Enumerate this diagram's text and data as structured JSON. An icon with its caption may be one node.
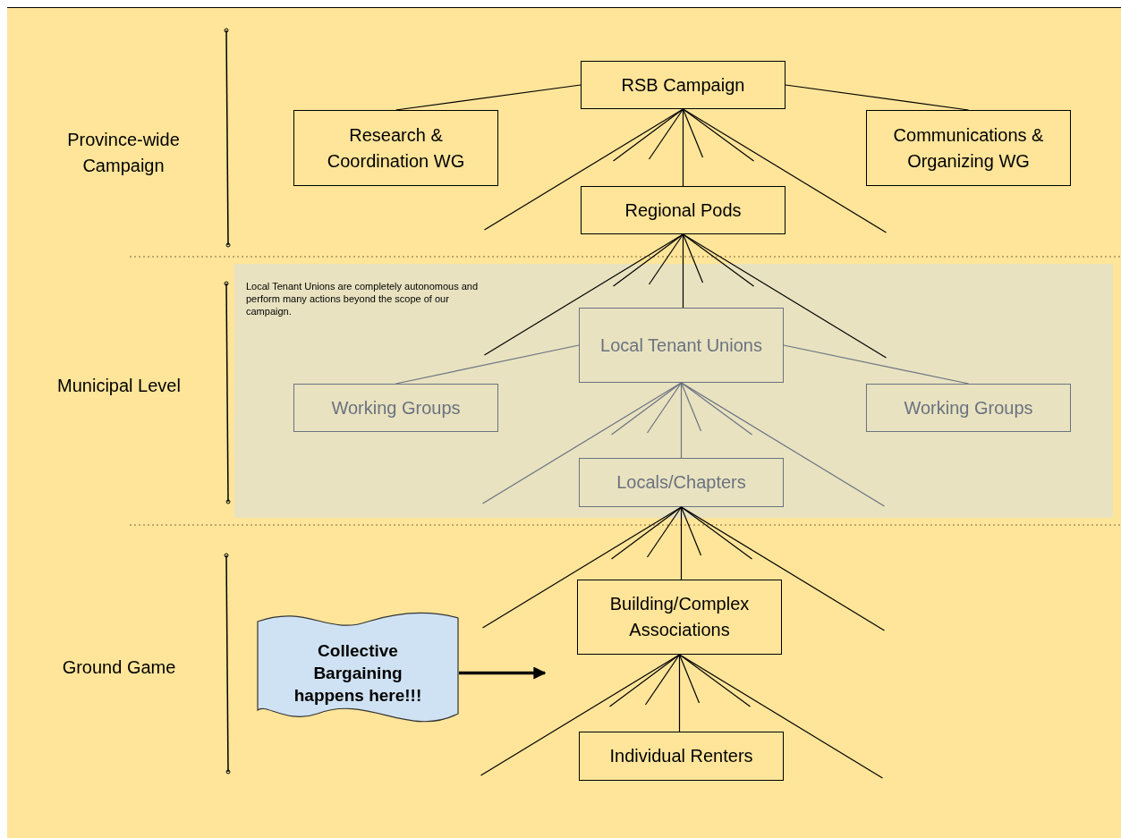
{
  "diagram": {
    "nodes": [
      {
        "text": [
          "RSB Campaign"
        ]
      },
      {
        "text": [
          "Research & Coordination WG"
        ]
      },
      {
        "text": [
          "Communications & Organizing WG"
        ]
      },
      {
        "text": [
          "Regional Pods"
        ]
      },
      {
        "text": [
          "Local Tenant Unions are completely autonomous and perform many actions beyond the scope of our campaign."
        ]
      },
      {
        "text": [
          "Local Tenant Unions"
        ],
        "in": 4
      },
      {
        "text": [
          "Working Groups"
        ],
        "in": 4
      },
      {
        "text": [
          "Working Groups"
        ],
        "in": 4
      },
      {
        "text": [
          "Locals/Chapters"
        ],
        "in": 4
      },
      {
        "text": [
          "Building/Complex Associations"
        ]
      },
      {
        "text": [
          "Individual Renters"
        ]
      },
      {
        "text": [
          "Collective Bargaining happens here!!!"
        ]
      }
    ],
    "edges": [
      {
        "from": 0,
        "to": 1,
        "arrow": "none"
      },
      {
        "from": 0,
        "to": null,
        "arrow": "none"
      },
      {
        "from": 0,
        "to": null,
        "arrow": "none"
      },
      {
        "from": 0,
        "to": null,
        "arrow": "none"
      },
      {
        "from": 0,
        "to": 3,
        "arrow": "none"
      },
      {
        "from": 0,
        "to": null,
        "arrow": "none"
      },
      {
        "from": 0,
        "to": null,
        "arrow": "none"
      },
      {
        "from": 0,
        "to": null,
        "arrow": "none"
      },
      {
        "from": 0,
        "to": 2,
        "arrow": "none"
      },
      {
        "from": 3,
        "to": null,
        "arrow": "none"
      },
      {
        "from": 3,
        "to": null,
        "arrow": "none"
      },
      {
        "from": 3,
        "to": null,
        "arrow": "none"
      },
      {
        "from": 3,
        "to": 5,
        "arrow": "none"
      },
      {
        "from": 3,
        "to": null,
        "arrow": "none"
      },
      {
        "from": 3,
        "to": null,
        "arrow": "none"
      },
      {
        "from": 3,
        "to": null,
        "arrow": "none"
      },
      {
        "from": 5,
        "to": 6,
        "arrow": "none",
        "color": "#6b7280"
      },
      {
        "from": 5,
        "to": null,
        "arrow": "none",
        "color": "#6b7280"
      },
      {
        "from": 5,
        "to": null,
        "arrow": "none",
        "color": "#6b7280"
      },
      {
        "from": 5,
        "to": null,
        "arrow": "none",
        "color": "#6b7280"
      },
      {
        "from": 5,
        "to": 8,
        "arrow": "none",
        "color": "#6b7280"
      },
      {
        "from": 5,
        "to": null,
        "arrow": "none",
        "color": "#6b7280"
      },
      {
        "from": 5,
        "to": null,
        "arrow": "none",
        "color": "#6b7280"
      },
      {
        "from": 5,
        "to": null,
        "arrow": "none",
        "color": "#6b7280"
      },
      {
        "from": 5,
        "to": 7,
        "arrow": "none",
        "color": "#6b7280"
      },
      {
        "from": 8,
        "to": null,
        "arrow": "none"
      },
      {
        "from": 8,
        "to": null,
        "arrow": "none"
      },
      {
        "from": 8,
        "to": null,
        "arrow": "none"
      },
      {
        "from": 8,
        "to": 9,
        "arrow": "none"
      },
      {
        "from": 8,
        "to": null,
        "arrow": "none"
      },
      {
        "from": 8,
        "to": null,
        "arrow": "none"
      },
      {
        "from": 8,
        "to": null,
        "arrow": "none"
      },
      {
        "from": 9,
        "to": null,
        "arrow": "none"
      },
      {
        "from": 9,
        "to": null,
        "arrow": "none"
      },
      {
        "from": 9,
        "to": null,
        "arrow": "none"
      },
      {
        "from": 9,
        "to": 10,
        "arrow": "none"
      },
      {
        "from": 9,
        "to": null,
        "arrow": "none"
      },
      {
        "from": 9,
        "to": null,
        "arrow": "none"
      },
      {
        "from": 9,
        "to": null,
        "arrow": "none"
      },
      {
        "from": 11,
        "to": null,
        "arrow": "to",
        "style": "thick"
      }
    ],
    "labels": [
      "Province-wide Campaign",
      "Municipal Level",
      "Ground Game"
    ]
  }
}
